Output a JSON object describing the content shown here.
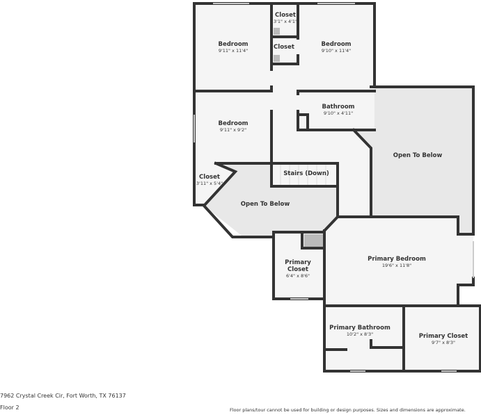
{
  "rooms": [
    {
      "name": "Bedroom",
      "dim": "9'11\" x 11'4\""
    },
    {
      "name": "Closet",
      "dim": "3'1\" x 4'1\""
    },
    {
      "name": "Closet",
      "dim": ""
    },
    {
      "name": "Bedroom",
      "dim": "9'10\" x 11'4\""
    },
    {
      "name": "Bathroom",
      "dim": "9'10\" x 4'11\""
    },
    {
      "name": "Bedroom",
      "dim": "9'11\" x 9'2\""
    },
    {
      "name": "Open To Below",
      "dim": ""
    },
    {
      "name": "Closet",
      "dim": "3'11\" x 5'4\""
    },
    {
      "name": "Stairs (Down)",
      "dim": ""
    },
    {
      "name": "Open To Below",
      "dim": ""
    },
    {
      "name": "Primary Bedroom",
      "dim": "19'6\" x 11'8\""
    },
    {
      "name": "Primary",
      "name2": "Closet",
      "dim": "6'4\" x 8'6\""
    },
    {
      "name": "Primary Bathroom",
      "dim": "10'2\" x 8'3\""
    },
    {
      "name": "Primary Closet",
      "dim": "9'7\" x 8'3\""
    }
  ],
  "footer": {
    "address": "7962 Crystal Creek Cir, Fort Worth, TX 76137",
    "floor": "Floor 2",
    "disclaimer": "Floor plans/tour cannot be used for building or design purposes. Sizes and dimensions are approximate."
  }
}
